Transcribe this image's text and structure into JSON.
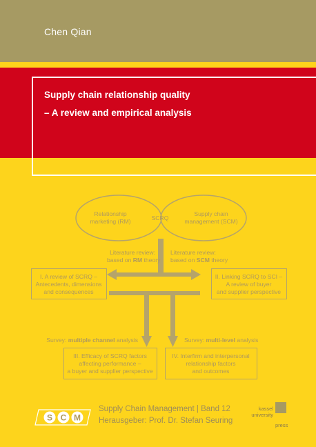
{
  "author": "Chen Qian",
  "title_lines": [
    "Supply chain relationship quality",
    "– A review and empirical analysis"
  ],
  "diagram": {
    "circle_left": [
      "Relationship",
      "marketing (RM)"
    ],
    "circle_center": "SCRQ",
    "circle_right": [
      "Supply chain",
      "management (SCM)"
    ],
    "review_left": {
      "line1": "Literature review:",
      "prefix": "based on ",
      "bold": "RM",
      "suffix": " theory"
    },
    "review_right": {
      "line1": "Literature review:",
      "prefix": "based on ",
      "bold": "SCM",
      "suffix": " theory"
    },
    "box1": [
      "I. A review of SCRQ –",
      "Antecedents, dimensions",
      "and consequences"
    ],
    "box2": [
      "II. Linking SCRQ to SCI –",
      "A review of buyer",
      "and supplier perspective"
    ],
    "box3": [
      "III. Efficacy of SCRQ factors",
      "affecting performance –",
      "a buyer and supplier perspective"
    ],
    "box4": [
      "IV. Interfirm and interpersonal",
      "relationship factors",
      "and outcomes"
    ],
    "survey_left": {
      "prefix": "Survey: ",
      "bold": "multiple channel",
      "suffix": " analysis"
    },
    "survey_right": {
      "prefix": "Survey: ",
      "bold": "multi-level",
      "suffix": " analysis"
    }
  },
  "footer": {
    "logo_letters": [
      "S",
      "C",
      "M"
    ],
    "series_line": "Supply Chain Management | Band 12",
    "editor_line": "Herausgeber: Prof. Dr. Stefan Seuring",
    "publisher_lines": [
      "kassel",
      "university"
    ],
    "publisher_press": "press"
  },
  "colors": {
    "top_band": "#a69a63",
    "red_band": "#d0041b",
    "background": "#fdd41c",
    "diagram_line": "#b5a46a"
  }
}
